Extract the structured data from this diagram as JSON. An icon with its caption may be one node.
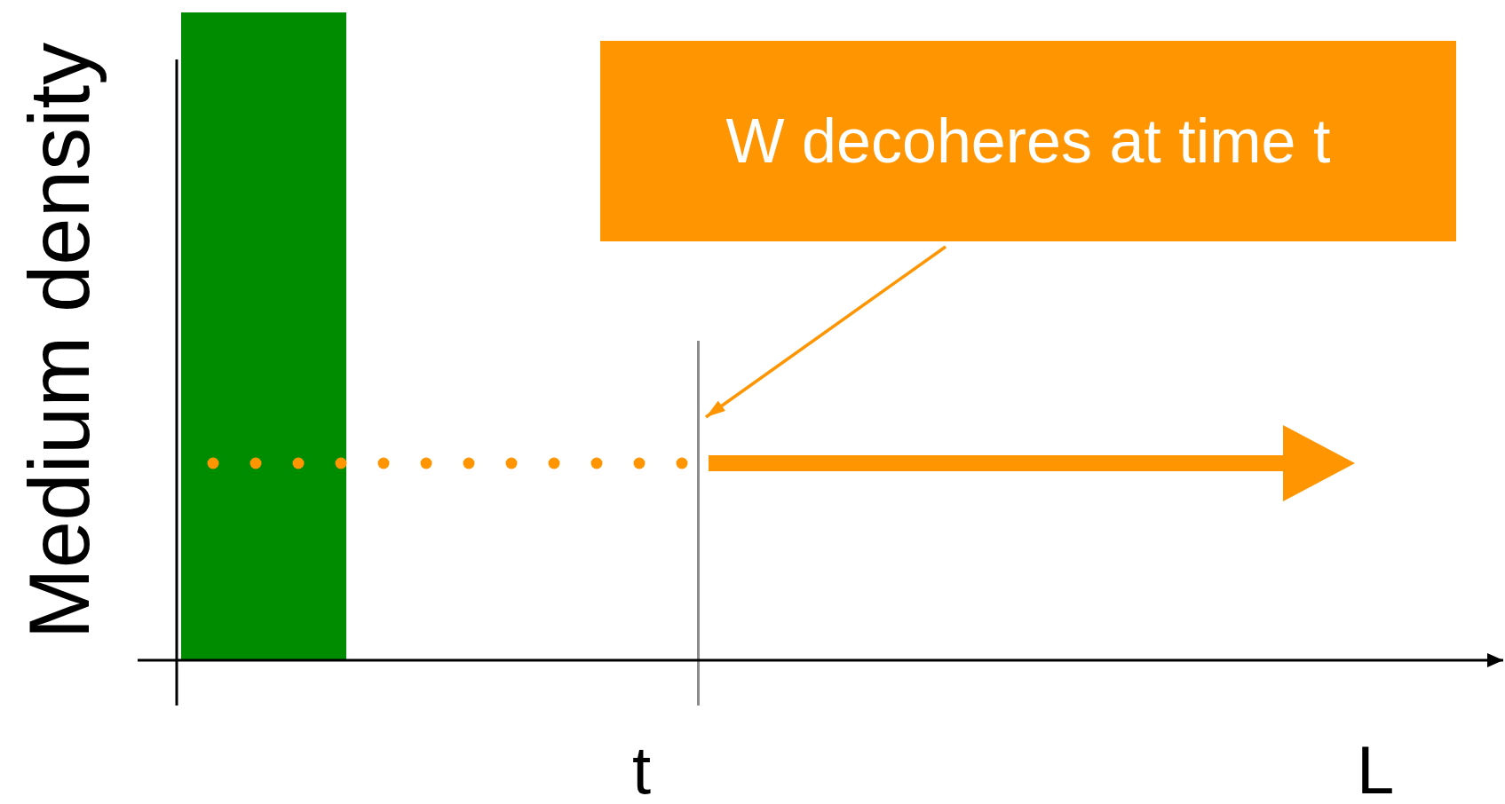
{
  "diagram": {
    "nodes": [
      {
        "text": [],
        "shape": "bar"
      },
      {
        "text": [
          "W decoheres at time t"
        ]
      },
      {
        "text": [],
        "shape": "line"
      }
    ],
    "edges": [
      {
        "from": 1,
        "to": 2,
        "arrow": "to"
      }
    ],
    "labels": [
      "Medium density",
      "t",
      "L"
    ]
  }
}
